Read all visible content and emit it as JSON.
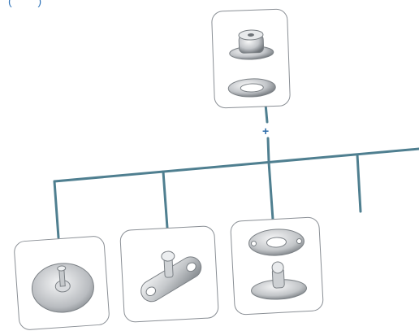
{
  "top_mark": "(  )",
  "connector_plus": "+",
  "colors": {
    "line": "#4f7f90",
    "card_border": "#8a8f95",
    "metal_light": "#f2f3f4",
    "metal_mid": "#b9bcc0",
    "metal_dark": "#6e7378",
    "accent_blue": "#2f73b8"
  },
  "images": [
    {
      "name": "snap-cap-and-socket",
      "icon": "cap-and-socket-icon"
    },
    {
      "name": "round-stud-plate",
      "icon": "round-stud-plate-icon"
    },
    {
      "name": "oval-stud-plate",
      "icon": "oval-stud-plate-icon"
    },
    {
      "name": "stud-and-flange-plate",
      "icon": "stud-and-flange-plate-icon"
    }
  ]
}
